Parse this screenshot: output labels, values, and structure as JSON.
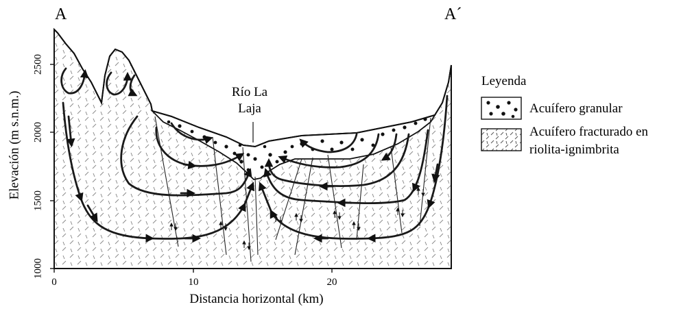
{
  "section": {
    "left_label": "A",
    "right_label": "A´"
  },
  "axes": {
    "y_title": "Elevación (m s.n.m.)",
    "x_title": "Distancia horizontal (km)",
    "y_ticks": [
      "2500",
      "2000",
      "1500",
      "1000"
    ],
    "x_ticks": [
      "0",
      "10",
      "20"
    ]
  },
  "annotations": {
    "river_line1": "Río La",
    "river_line2": "Laja"
  },
  "legend": {
    "title": "Leyenda",
    "items": [
      {
        "line1": "Acuífero granular",
        "line2": ""
      },
      {
        "line1": "Acuífero fracturado en",
        "line2": "riolita-ignimbrita"
      }
    ]
  },
  "colors": {
    "ink": "#111111",
    "fill_hatch": "#8a8a8a",
    "dot": "#111111"
  }
}
